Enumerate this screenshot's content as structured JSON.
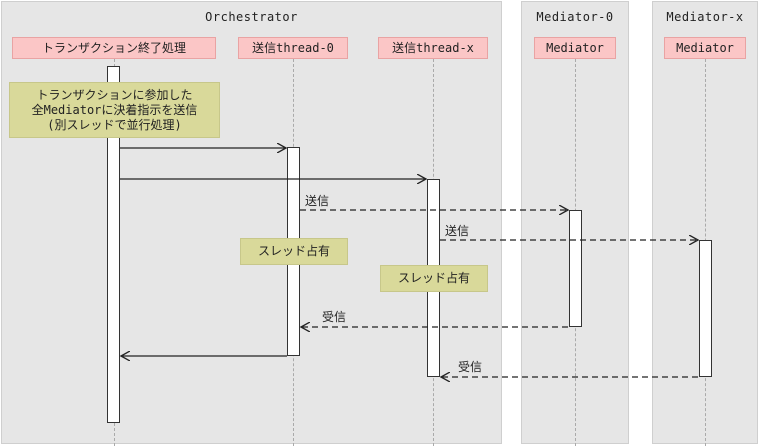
{
  "groups": {
    "orchestrator": "Orchestrator",
    "mediator_0": "Mediator-0",
    "mediator_x": "Mediator-x"
  },
  "participants": {
    "tx_end": "トランザクション終了処理",
    "thread_0": "送信thread-0",
    "thread_x": "送信thread-x",
    "mediator_0": "Mediator",
    "mediator_x": "Mediator"
  },
  "notes": {
    "dispatch": "トランザクションに参加した\n全Mediatorに決着指示を送信\n(別スレッドで並行処理)",
    "occupy_0": "スレッド占有",
    "occupy_x": "スレッド占有"
  },
  "messages": {
    "send_0": "送信",
    "send_x": "送信",
    "recv_0": "受信",
    "recv_x": "受信"
  }
}
